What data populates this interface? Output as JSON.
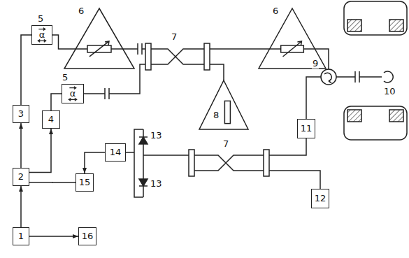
{
  "diagram": {
    "nodes": [
      {
        "text": [
          "5",
          "α"
        ]
      },
      {
        "text": [
          "6"
        ]
      },
      {
        "text": [
          "6"
        ]
      },
      {
        "text": [
          "5",
          "α"
        ]
      },
      {
        "text": [
          "3"
        ]
      },
      {
        "text": [
          "4"
        ]
      },
      {
        "text": [
          "8"
        ]
      },
      {
        "text": [
          "11"
        ]
      },
      {
        "text": [
          "14"
        ]
      },
      {
        "text": [
          "2"
        ]
      },
      {
        "text": [
          "15"
        ]
      },
      {
        "text": [
          "12"
        ]
      },
      {
        "text": [
          "1"
        ]
      },
      {
        "text": [
          "16"
        ]
      }
    ],
    "edges": [
      {
        "from": 12,
        "to": 9,
        "arrow": "to"
      },
      {
        "from": 12,
        "to": 13,
        "arrow": "to"
      },
      {
        "from": 9,
        "to": 4,
        "arrow": "to"
      },
      {
        "from": 9,
        "to": 5,
        "arrow": "to"
      },
      {
        "from": 4,
        "to": 0,
        "arrow": "none"
      },
      {
        "from": 5,
        "to": 3,
        "arrow": "none"
      },
      {
        "from": 0,
        "to": 1,
        "arrow": "none"
      },
      {
        "from": 8,
        "to": 10,
        "arrow": "to"
      },
      {
        "from": 10,
        "to": 9,
        "arrow": "none"
      }
    ],
    "labels": [
      "7",
      "7",
      "9",
      "10",
      "13",
      "13"
    ]
  }
}
